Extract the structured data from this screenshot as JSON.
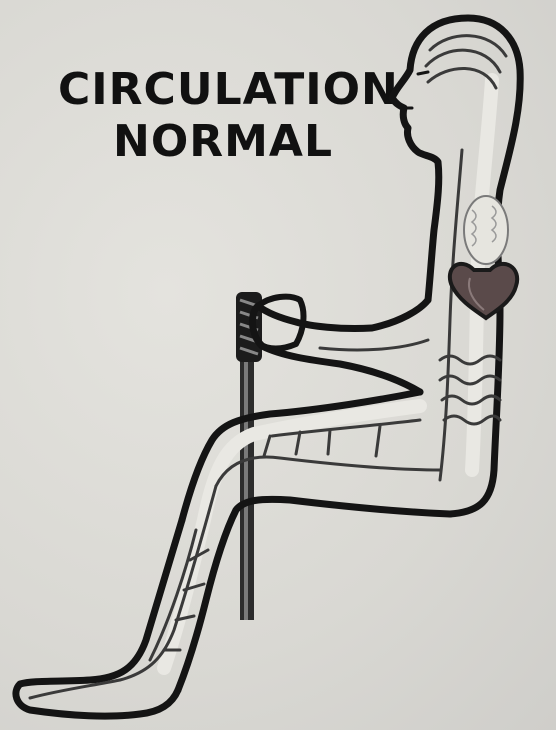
{
  "title": {
    "line1": "CIRCULATION",
    "line2": "NORMAL"
  },
  "colors": {
    "background": "#dcdbd6",
    "ink": "#141414",
    "vessel": "#2a2a2a",
    "heart": "#5a4a4a"
  },
  "icons": {
    "figure": "seated-man-circulation-illustration",
    "heart": "heart-icon",
    "lung": "lung-icon",
    "cane": "cane-icon"
  }
}
